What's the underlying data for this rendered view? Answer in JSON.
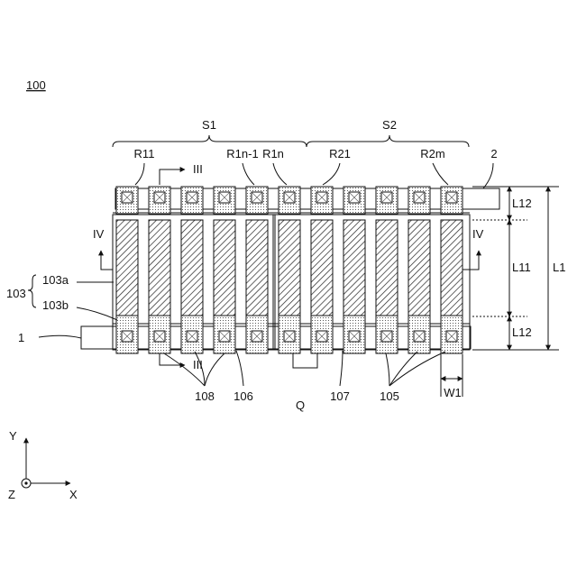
{
  "figure": {
    "title": "100",
    "group_s1": "S1",
    "group_s2": "S2",
    "region_labels": [
      "R11",
      "R1n-1",
      "R1n",
      "R21",
      "R2m"
    ],
    "wire_top": "2",
    "wire_bottom": "1",
    "section_iii_top": "III",
    "section_iii_bottom": "III",
    "section_iv_left": "IV",
    "section_iv_right": "IV",
    "layer_main": "103",
    "layer_a": "103a",
    "layer_b": "103b",
    "ref_108": "108",
    "ref_106": "106",
    "ref_q": "Q",
    "ref_107": "107",
    "ref_105": "105",
    "width_w1": "W1",
    "dim_l12_top": "L12",
    "dim_l11": "L11",
    "dim_l12_bottom": "L12",
    "dim_l1": "L1",
    "axis_y": "Y",
    "axis_x": "X",
    "axis_z": "Z"
  }
}
